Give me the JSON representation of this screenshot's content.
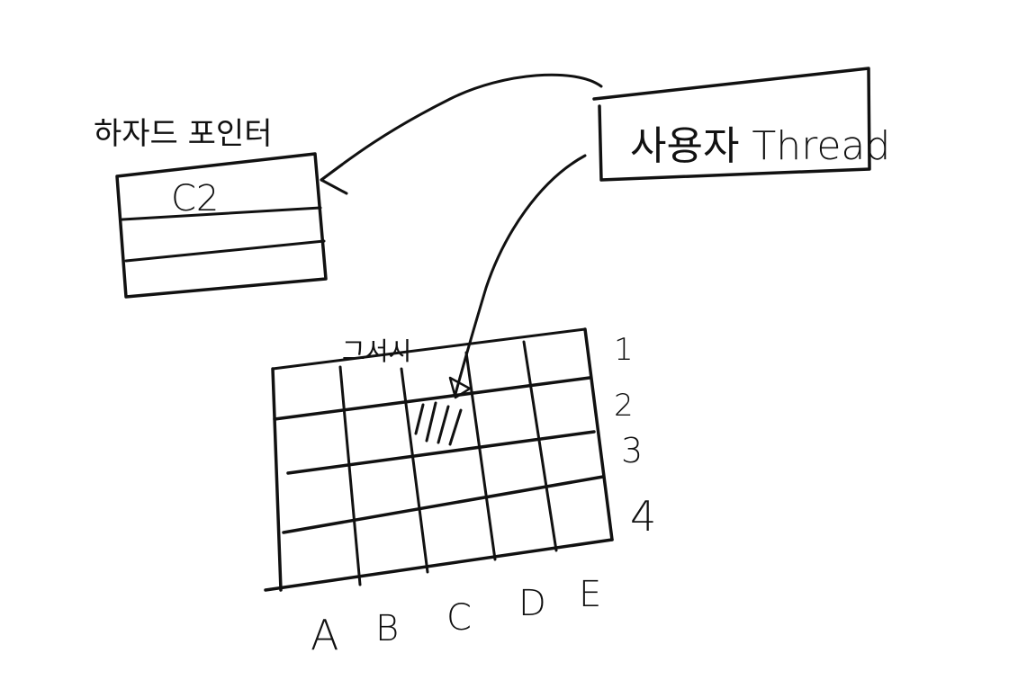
{
  "hazard_pointer": {
    "title": "하자드 포인터",
    "slots": [
      "C2",
      "",
      ""
    ]
  },
  "user_thread": {
    "label": "사용자 Thread"
  },
  "grid": {
    "label": "그서시",
    "columns": [
      "A",
      "B",
      "C",
      "D",
      "E"
    ],
    "rows": [
      "1",
      "2",
      "3",
      "4"
    ],
    "highlighted_cell": {
      "column": "C",
      "row": "2"
    }
  },
  "colors": {
    "ink": "#111111",
    "background": "#ffffff"
  }
}
